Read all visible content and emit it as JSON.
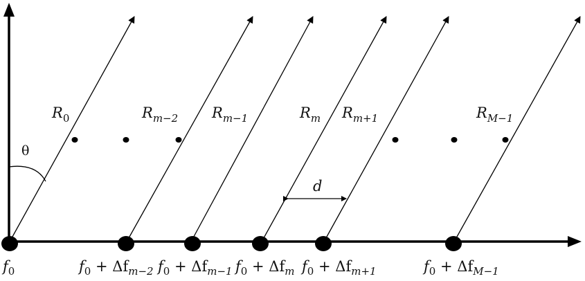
{
  "diagram": {
    "angle_label": "θ",
    "spacing_label": "d",
    "rays": [
      {
        "base": "R",
        "sub": "0"
      },
      {
        "base": "R",
        "sub": "m−2"
      },
      {
        "base": "R",
        "sub": "m−1"
      },
      {
        "base": "R",
        "sub": "m"
      },
      {
        "base": "R",
        "sub": "m+1"
      },
      {
        "base": "R",
        "sub": "M−1"
      }
    ],
    "frequencies": [
      {
        "f": "f",
        "f_sub": "0",
        "delta": "",
        "delta_sub": ""
      },
      {
        "f": "f",
        "f_sub": "0",
        "delta": " + Δf",
        "delta_sub": "m−2"
      },
      {
        "f": "f",
        "f_sub": "0",
        "delta": " + Δf",
        "delta_sub": "m−1"
      },
      {
        "f": "f",
        "f_sub": "0",
        "delta": " + Δf",
        "delta_sub": "m"
      },
      {
        "f": "f",
        "f_sub": "0",
        "delta": " + Δf",
        "delta_sub": "m+1"
      },
      {
        "f": "f",
        "f_sub": "0",
        "delta": " + Δf",
        "delta_sub": "M−1"
      }
    ]
  }
}
